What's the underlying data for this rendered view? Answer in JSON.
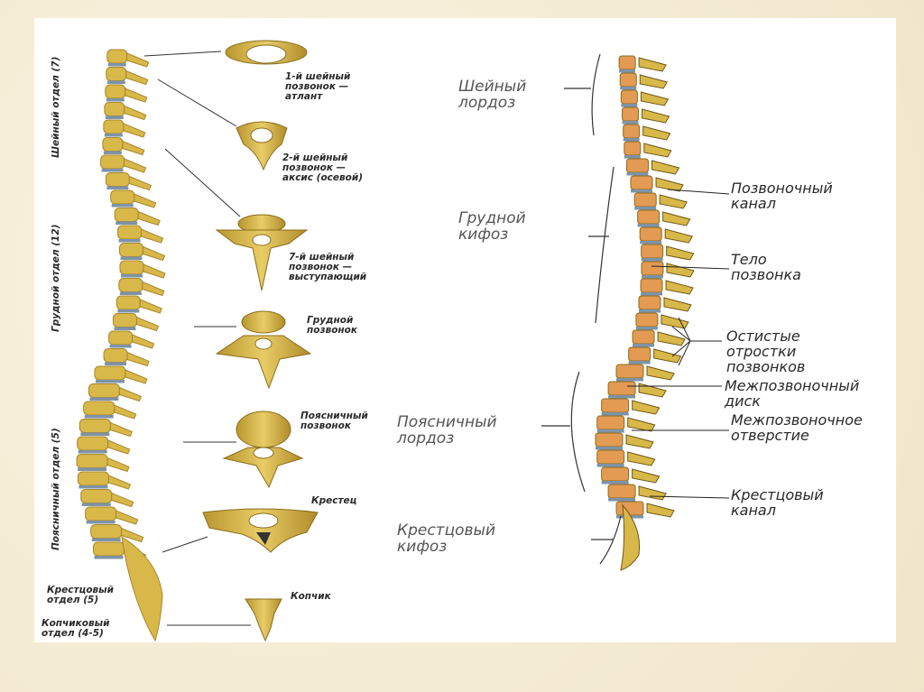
{
  "left_figure": {
    "region_labels": {
      "cervical": "Шейный отдел (7)",
      "thoracic": "Грудной отдел (12)",
      "lumbar": "Поясничный отдел (5)",
      "sacral": "Крестцовый\nотдел (5)",
      "coccygeal": "Копчиковый\nотдел (4-5)"
    },
    "vertebra_labels": {
      "c1": "1-й шейный\nпозвонок —\nатлант",
      "c2": "2-й шейный\nпозвонок —\nаксис (осевой)",
      "c7": "7-й шейный\nпозвонок —\nвыступающий",
      "thoracic": "Грудной\nпозвонок",
      "lumbar": "Поясничный\nпозвонок",
      "sacrum": "Крестец",
      "coccyx": "Копчик"
    }
  },
  "right_figure": {
    "curve_labels": {
      "cervical_lordosis": "Шейный\nлордоз",
      "thoracic_kyphosis": "Грудной\nкифоз",
      "lumbar_lordosis": "Поясничный\nлордоз",
      "sacral_kyphosis": "Крестцовый\nкифоз"
    },
    "structure_labels": {
      "spinal_canal": "Позвоночный\nканал",
      "vertebral_body": "Тело\nпозвонка",
      "spinous_processes": "Остистые\nотростки\nпозвонков",
      "intervertebral_disc": "Межпозвоночный\nдиск",
      "intervertebral_foramen": "Межпозвоночное\nотверстие",
      "sacral_canal": "Крестцовый\nканал"
    }
  },
  "colors": {
    "bone": "#d9b84a",
    "bone_dark": "#a8862a",
    "disc": "#7d93a8",
    "body_orange": "#e39a52",
    "background": "#f3ead2",
    "panel": "#ffffff"
  }
}
